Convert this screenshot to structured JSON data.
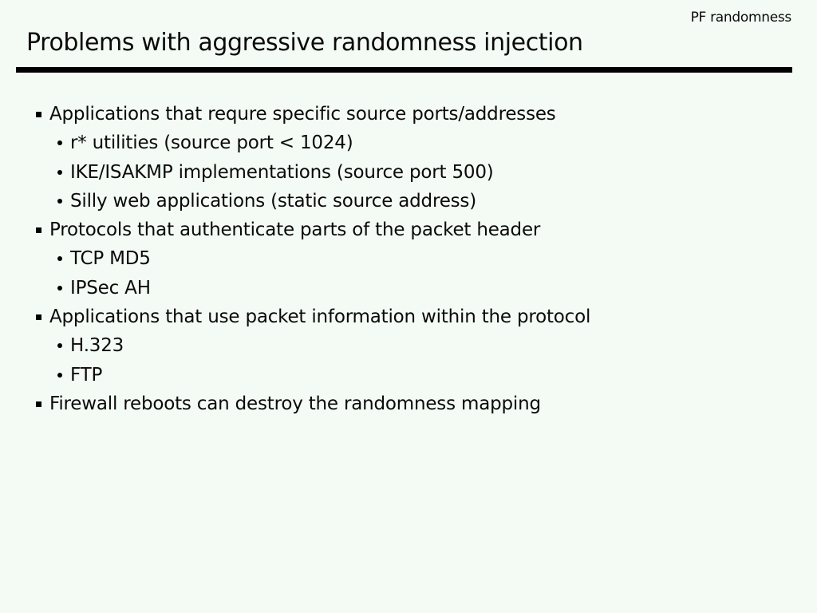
{
  "slide": {
    "corner_label": "PF randomness",
    "title": "Problems with aggressive randomness injection",
    "background_color": "#f4faf4",
    "text_color": "#0a0a0a",
    "rule_color": "#000000",
    "bullets": [
      {
        "level": 1,
        "text": "Applications that requre specific source ports/addresses"
      },
      {
        "level": 2,
        "text": "r* utilities (source port < 1024)"
      },
      {
        "level": 2,
        "text": "IKE/ISAKMP implementations (source port 500)"
      },
      {
        "level": 2,
        "text": "Silly web applications (static source address)"
      },
      {
        "level": 1,
        "text": "Protocols that authenticate parts of the packet header"
      },
      {
        "level": 2,
        "text": "TCP MD5"
      },
      {
        "level": 2,
        "text": "IPSec AH"
      },
      {
        "level": 1,
        "text": "Applications that use packet information within the protocol"
      },
      {
        "level": 2,
        "text": "H.323"
      },
      {
        "level": 2,
        "text": "FTP"
      },
      {
        "level": 1,
        "text": "Firewall reboots can destroy the randomness mapping"
      }
    ]
  }
}
